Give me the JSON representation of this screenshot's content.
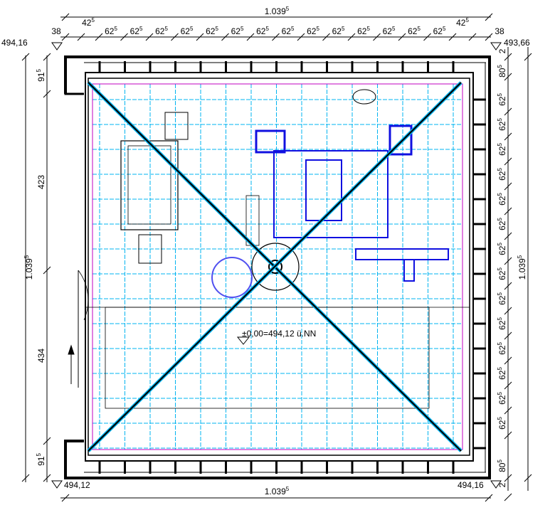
{
  "dimensions": {
    "top_overall": {
      "base": "1.039",
      "sup": "5"
    },
    "top_segments": [
      {
        "base": "38",
        "sup": ""
      },
      {
        "base": "42",
        "sup": "5"
      },
      {
        "base": "62",
        "sup": "5"
      },
      {
        "base": "62",
        "sup": "5"
      },
      {
        "base": "62",
        "sup": "5"
      },
      {
        "base": "62",
        "sup": "5"
      },
      {
        "base": "62",
        "sup": "5"
      },
      {
        "base": "62",
        "sup": "5"
      },
      {
        "base": "62",
        "sup": "5"
      },
      {
        "base": "62",
        "sup": "5"
      },
      {
        "base": "62",
        "sup": "5"
      },
      {
        "base": "62",
        "sup": "5"
      },
      {
        "base": "62",
        "sup": "5"
      },
      {
        "base": "62",
        "sup": "5"
      },
      {
        "base": "62",
        "sup": "5"
      },
      {
        "base": "62",
        "sup": "5"
      },
      {
        "base": "42",
        "sup": "5"
      },
      {
        "base": "38",
        "sup": ""
      }
    ],
    "left_overall": {
      "base": "1.039",
      "sup": "5"
    },
    "left_segments": [
      {
        "base": "91",
        "sup": "5"
      },
      {
        "base": "423",
        "sup": ""
      },
      {
        "base": "434",
        "sup": ""
      },
      {
        "base": "91",
        "sup": "5"
      }
    ],
    "right_overall": {
      "base": "1.039",
      "sup": "5"
    },
    "right_segments": [
      {
        "base": "2",
        "sup": ""
      },
      {
        "base": "80",
        "sup": "5"
      },
      {
        "base": "62",
        "sup": "5"
      },
      {
        "base": "62",
        "sup": "5"
      },
      {
        "base": "62",
        "sup": "5"
      },
      {
        "base": "62",
        "sup": "5"
      },
      {
        "base": "62",
        "sup": "5"
      },
      {
        "base": "62",
        "sup": "5"
      },
      {
        "base": "62",
        "sup": "5"
      },
      {
        "base": "62",
        "sup": "5"
      },
      {
        "base": "62",
        "sup": "5"
      },
      {
        "base": "62",
        "sup": "5"
      },
      {
        "base": "62",
        "sup": "5"
      },
      {
        "base": "62",
        "sup": "5"
      },
      {
        "base": "62",
        "sup": "5"
      },
      {
        "base": "62",
        "sup": "5"
      },
      {
        "base": "80",
        "sup": "5"
      },
      {
        "base": "2",
        "sup": ""
      }
    ],
    "bottom_overall": {
      "base": "1.039",
      "sup": "5"
    }
  },
  "elevations": {
    "top_left": "494,16",
    "top_right": "493,66",
    "bottom_left": "494,12",
    "bottom_right": "494,16",
    "floor_level": "±0,00=494,12 ü.NN"
  },
  "colors": {
    "grid": "#00b4f0",
    "equipment": "#1010e0",
    "tank": "#5050f0",
    "wall": "#000000",
    "accent_line": "#c000c0"
  }
}
